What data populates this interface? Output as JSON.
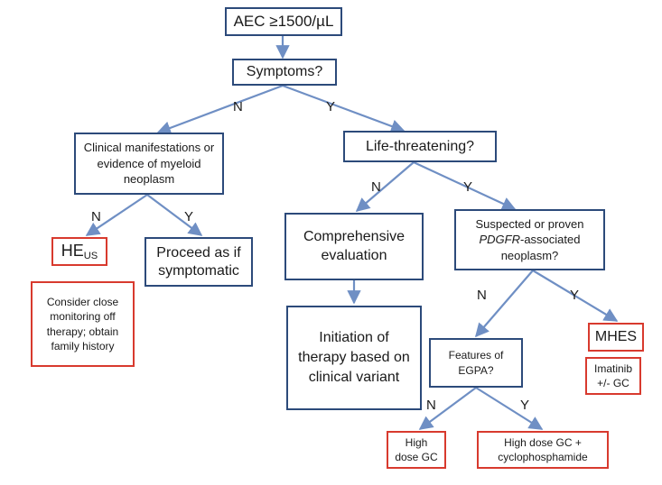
{
  "colors": {
    "primary_border": "#2c4a7a",
    "alert_border": "#d83a2e",
    "arrow": "#6f8fc4"
  },
  "nodes": {
    "aec": "AEC ≥1500/µL",
    "symptoms": "Symptoms?",
    "clinical": "Clinical manifestations or evidence of myeloid neoplasm",
    "life": "Life-threatening?",
    "heus_main": "HE",
    "heus_sub": "US",
    "proceed": "Proceed as if symptomatic",
    "comprehensive": "Comprehensive evaluation",
    "pdgfr_before": "Suspected or proven ",
    "pdgfr_italic": "PDGFR",
    "pdgfr_after": "-associated neoplasm?",
    "monitoring": "Consider close monitoring off therapy; obtain family history",
    "initiation": "Initiation of therapy based on clinical variant",
    "egpa": "Features of EGPA?",
    "mhes": "MHES",
    "imatinib": "Imatinib +/- GC",
    "high_gc": "High dose GC",
    "high_gc_cyclo": "High dose GC + cyclophosphamide"
  },
  "branch_labels": {
    "no": "N",
    "yes": "Y"
  }
}
